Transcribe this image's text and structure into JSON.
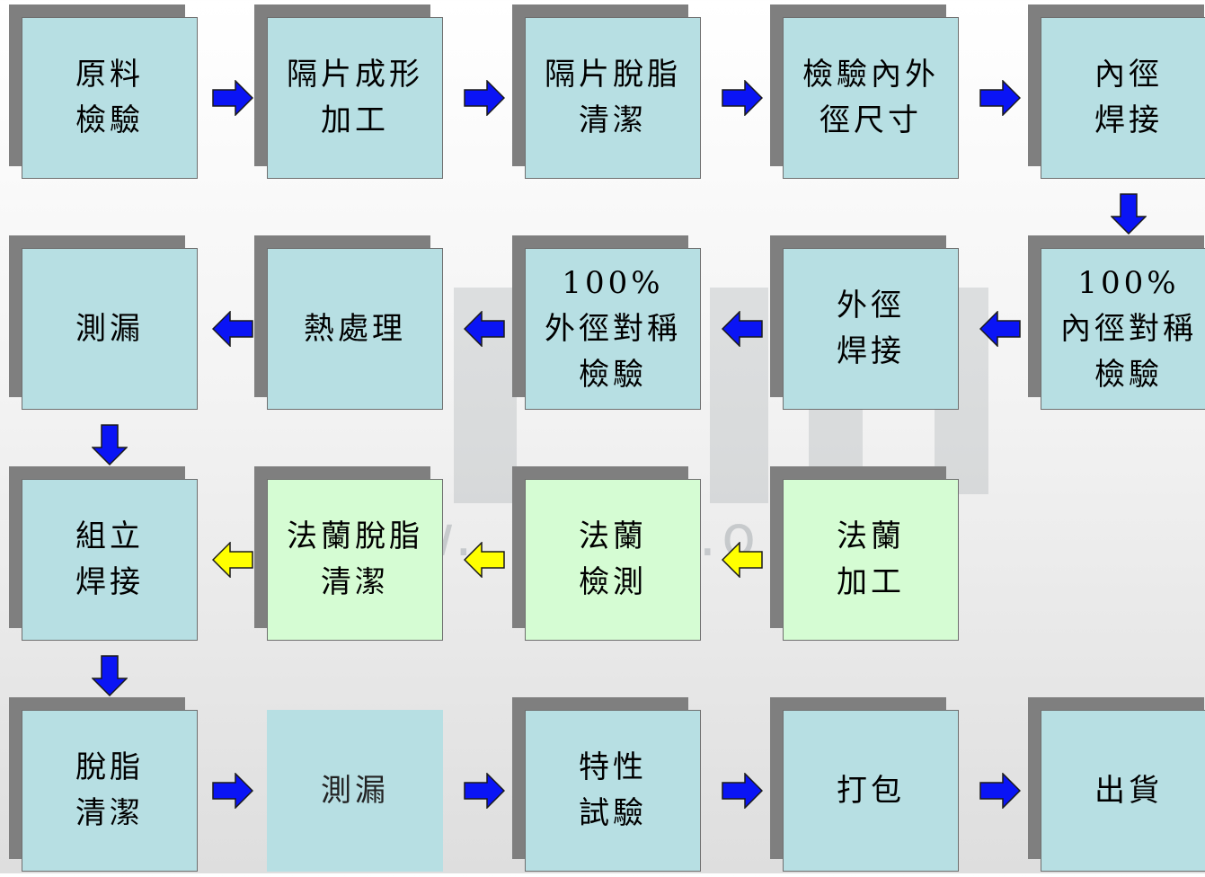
{
  "colors": {
    "box_fill": "#b7dfe3",
    "box_fill_green": "#d5fcd3",
    "box_shadow": "#7f7f7f",
    "arrow_blue": "#0a14f5",
    "arrow_yellow": "#ffff00"
  },
  "watermark": {
    "text": "w.        c.o    w"
  },
  "steps": [
    {
      "id": "s1",
      "lines": [
        "原料",
        "檢驗"
      ]
    },
    {
      "id": "s2",
      "lines": [
        "隔片成形",
        "加工"
      ]
    },
    {
      "id": "s3",
      "lines": [
        "隔片脫脂",
        "清潔"
      ]
    },
    {
      "id": "s4",
      "lines": [
        "檢驗內外",
        "徑尺寸"
      ]
    },
    {
      "id": "s5",
      "lines": [
        "內徑",
        "焊接"
      ]
    },
    {
      "id": "s6",
      "lines": [
        "100%",
        "內徑對稱",
        "檢驗"
      ]
    },
    {
      "id": "s7",
      "lines": [
        "外徑",
        "焊接"
      ]
    },
    {
      "id": "s8",
      "lines": [
        "100%",
        "外徑對稱",
        "檢驗"
      ]
    },
    {
      "id": "s9",
      "lines": [
        "熱處理"
      ]
    },
    {
      "id": "s10",
      "lines": [
        "測漏"
      ]
    },
    {
      "id": "s11",
      "lines": [
        "組立",
        "焊接"
      ]
    },
    {
      "id": "s12",
      "lines": [
        "法蘭脫脂",
        "清潔"
      ]
    },
    {
      "id": "s13",
      "lines": [
        "法蘭",
        "檢測"
      ]
    },
    {
      "id": "s14",
      "lines": [
        "法蘭",
        "加工"
      ]
    },
    {
      "id": "s15",
      "lines": [
        "脫脂",
        "清潔"
      ]
    },
    {
      "id": "s16",
      "lines": [
        "測漏"
      ]
    },
    {
      "id": "s17",
      "lines": [
        "特性",
        "試驗"
      ]
    },
    {
      "id": "s18",
      "lines": [
        "打包"
      ]
    },
    {
      "id": "s19",
      "lines": [
        "出貨"
      ]
    }
  ],
  "flows": [
    {
      "from": "s1",
      "to": "s2",
      "color": "blue"
    },
    {
      "from": "s2",
      "to": "s3",
      "color": "blue"
    },
    {
      "from": "s3",
      "to": "s4",
      "color": "blue"
    },
    {
      "from": "s4",
      "to": "s5",
      "color": "blue"
    },
    {
      "from": "s5",
      "to": "s6",
      "color": "blue"
    },
    {
      "from": "s6",
      "to": "s7",
      "color": "blue"
    },
    {
      "from": "s7",
      "to": "s8",
      "color": "blue"
    },
    {
      "from": "s8",
      "to": "s9",
      "color": "blue"
    },
    {
      "from": "s9",
      "to": "s10",
      "color": "blue"
    },
    {
      "from": "s10",
      "to": "s11",
      "color": "blue"
    },
    {
      "from": "s14",
      "to": "s13",
      "color": "yellow"
    },
    {
      "from": "s13",
      "to": "s12",
      "color": "yellow"
    },
    {
      "from": "s12",
      "to": "s11",
      "color": "yellow"
    },
    {
      "from": "s11",
      "to": "s15",
      "color": "blue"
    },
    {
      "from": "s15",
      "to": "s16",
      "color": "blue"
    },
    {
      "from": "s16",
      "to": "s17",
      "color": "blue"
    },
    {
      "from": "s17",
      "to": "s18",
      "color": "blue"
    },
    {
      "from": "s18",
      "to": "s19",
      "color": "blue"
    }
  ]
}
